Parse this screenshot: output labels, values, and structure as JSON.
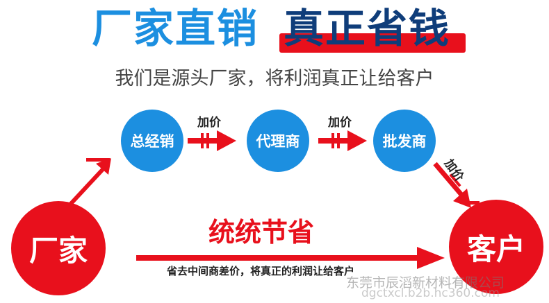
{
  "headline": {
    "part1": "厂家直销",
    "part2": "真正省钱"
  },
  "tagline": "我们是源头厂家，将利润真正让给客户",
  "chain": {
    "nodes": [
      "总经销",
      "代理商",
      "批发商"
    ],
    "markup_label": "加价"
  },
  "factory": "厂家",
  "customer": "客户",
  "savings": {
    "title": "统统节省",
    "desc": "省去中间商差价，将真正的利润让给客户"
  },
  "watermark": {
    "company": "东莞市辰滔新材料有限公司",
    "url": "dgctxcl.b2b.hc360.com"
  },
  "colors": {
    "blue": "#1c8fe0",
    "red": "#e8101c",
    "navy": "#0f3d7a"
  }
}
